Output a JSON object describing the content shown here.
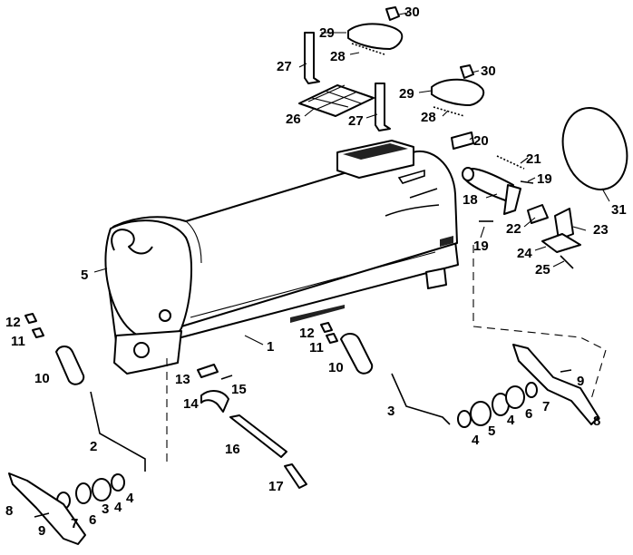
{
  "diagram": {
    "type": "exploded-parts-view",
    "callouts": [
      "1",
      "2",
      "3",
      "3",
      "4",
      "4",
      "4",
      "4",
      "5",
      "5",
      "6",
      "6",
      "7",
      "7",
      "8",
      "8",
      "9",
      "9",
      "10",
      "10",
      "11",
      "11",
      "12",
      "12",
      "13",
      "14",
      "15",
      "16",
      "17",
      "18",
      "19",
      "19",
      "20",
      "21",
      "22",
      "23",
      "24",
      "25",
      "26",
      "27",
      "27",
      "28",
      "28",
      "29",
      "29",
      "30",
      "30",
      "31"
    ]
  }
}
